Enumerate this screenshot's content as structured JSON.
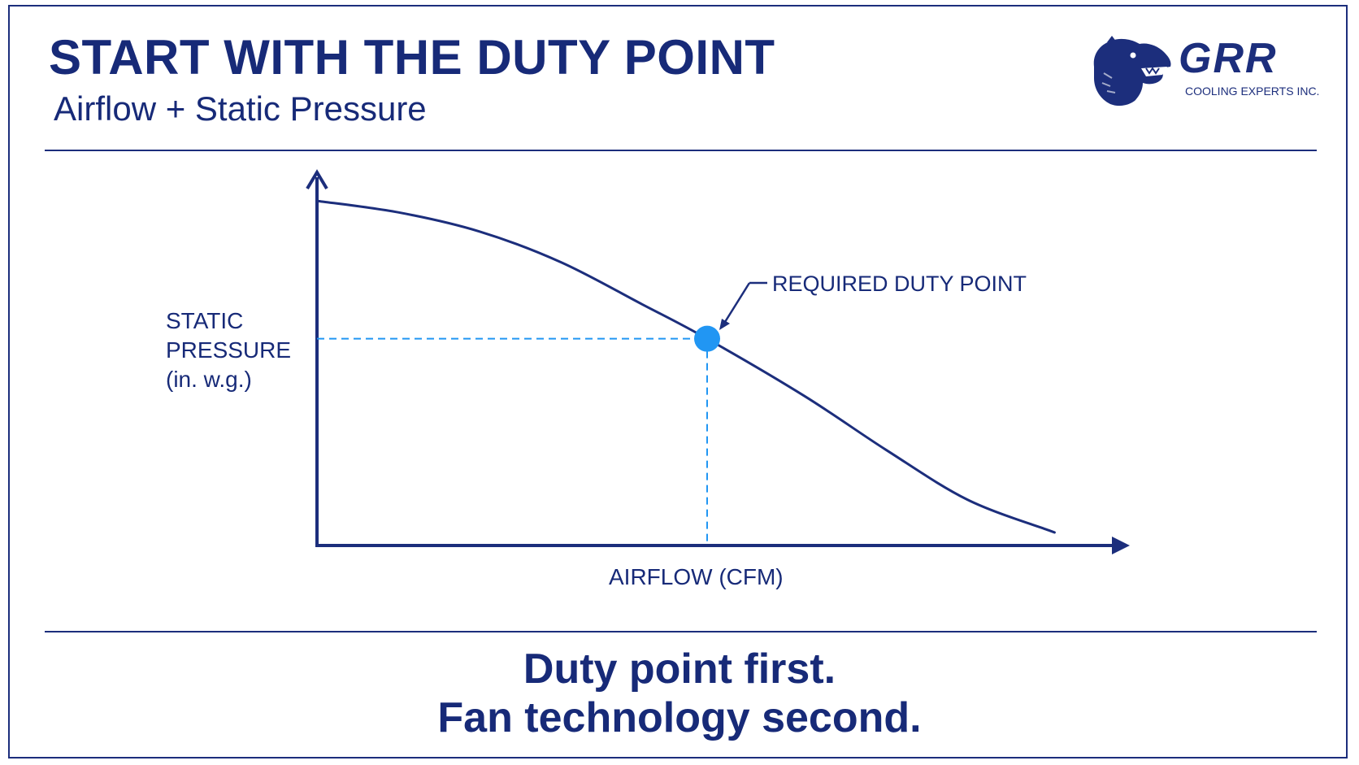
{
  "header": {
    "title": "START WITH THE DUTY POINT",
    "subtitle": "Airflow + Static Pressure"
  },
  "logo": {
    "wordmark": "GRR",
    "tagline": "COOLING EXPERTS INC.",
    "mascot": "bear-head-icon"
  },
  "chart_data": {
    "type": "line",
    "title": "",
    "xlabel": "AIRFLOW (CFM)",
    "ylabel_lines": [
      "STATIC",
      "PRESSURE",
      "(in. w.g.)"
    ],
    "xlim": [
      0,
      1
    ],
    "ylim": [
      0,
      1
    ],
    "grid": false,
    "series": [
      {
        "x": [
          0,
          0.1,
          0.2,
          0.3,
          0.4,
          0.48,
          0.6,
          0.7,
          0.8,
          0.9,
          0.9
        ],
        "y": [
          0.9,
          0.87,
          0.82,
          0.74,
          0.63,
          0.54,
          0.39,
          0.25,
          0.12,
          0.04,
          0.04
        ]
      }
    ],
    "annotation": {
      "label": "REQUIRED DUTY POINT",
      "x": 0.48,
      "y": 0.54
    },
    "colors": {
      "axis": "#1c2e7c",
      "curve": "#1c2e7c",
      "point": "#2196f3",
      "guide": "#2196f3"
    }
  },
  "footer": {
    "line1": "Duty point first.",
    "line2": "Fan technology second."
  }
}
